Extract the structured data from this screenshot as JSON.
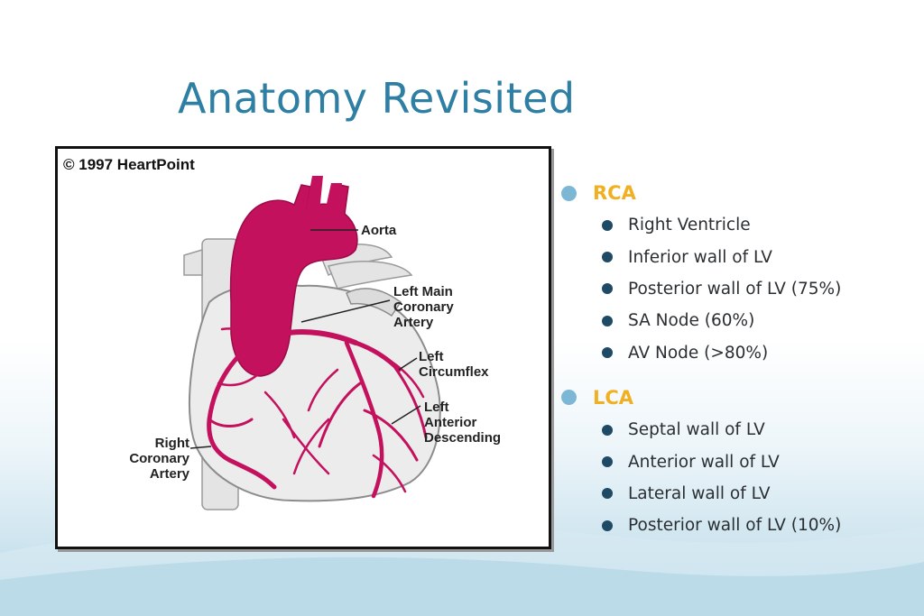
{
  "slide": {
    "title": "Anatomy Revisited"
  },
  "figure": {
    "copyright": "© 1997 HeartPoint",
    "labels": {
      "aorta": "Aorta",
      "left_main": "Left Main\nCoronary\nArtery",
      "left_circumflex": "Left\nCircumflex",
      "lad": "Left\nAnterior\nDescending",
      "rca": "Right\nCoronary\nArtery"
    }
  },
  "groups": [
    {
      "heading": "RCA",
      "items": [
        "Right Ventricle",
        "Inferior wall of LV",
        "Posterior wall of LV (75%)",
        "SA Node (60%)",
        "AV Node (>80%)"
      ]
    },
    {
      "heading": "LCA",
      "items": [
        "Septal wall of LV",
        "Anterior wall of LV",
        "Lateral wall of LV",
        "Posterior wall of LV (10%)"
      ]
    }
  ],
  "colors": {
    "title": "#2e7fa3",
    "heading": "#f0b021",
    "artery": "#c4115e"
  }
}
